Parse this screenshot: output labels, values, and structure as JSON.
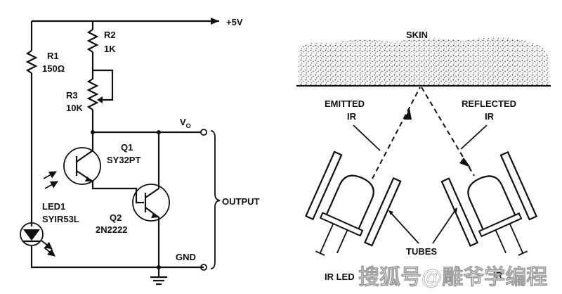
{
  "circuit": {
    "supply_label": "+5V",
    "r1": {
      "ref": "R1",
      "value": "150Ω"
    },
    "r2": {
      "ref": "R2",
      "value": "1K"
    },
    "r3": {
      "ref": "R3",
      "value": "10K"
    },
    "q1": {
      "ref": "Q1",
      "part": "SY32PT"
    },
    "q2": {
      "ref": "Q2",
      "part": "2N2222"
    },
    "led1": {
      "ref": "LED1",
      "part": "SYIR53L"
    },
    "vo_label": "V",
    "vo_sub": "O",
    "output_label": "OUTPUT",
    "gnd_label": "GND"
  },
  "sensor": {
    "skin_label": "SKIN",
    "emitted_label_1": "EMITTED",
    "emitted_label_2": "IR",
    "reflected_label_1": "REFLECTED",
    "reflected_label_2": "IR",
    "tubes_label": "TUBES",
    "ir_led_label": "IR LED",
    "ir_right_label": "IR"
  },
  "watermark": "搜狐号@雕爷学编程"
}
